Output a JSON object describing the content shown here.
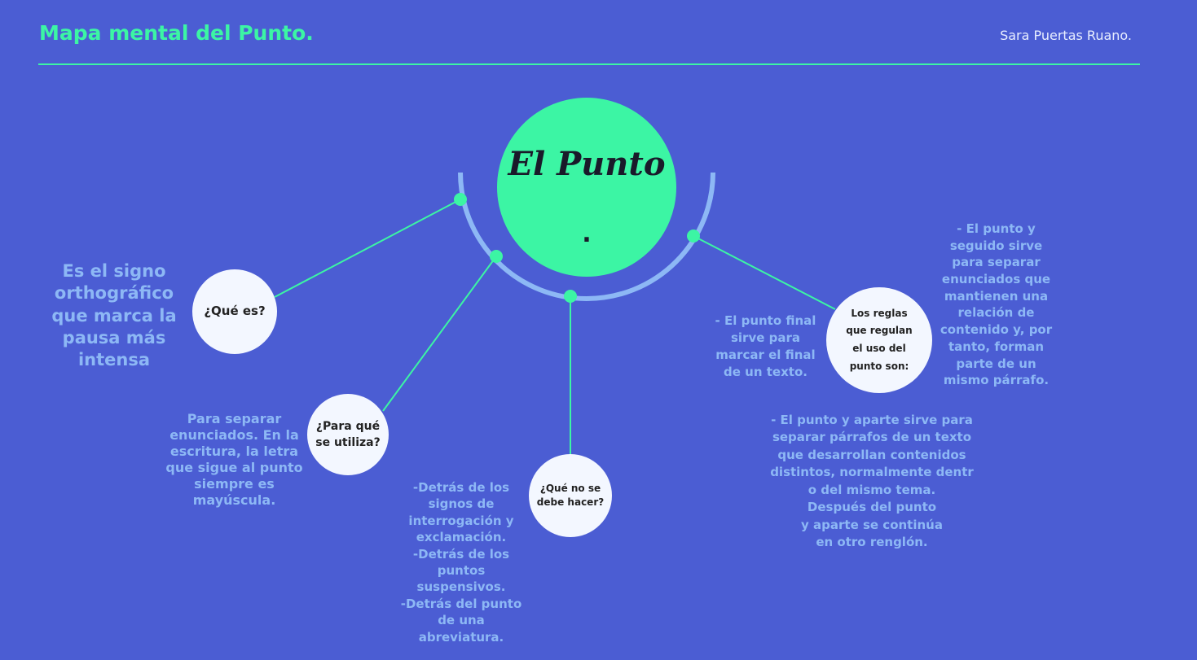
{
  "header": {
    "title": "Mapa mental del Punto.",
    "author": "Sara Puertas Ruano."
  },
  "center": {
    "title": "El Punto",
    "dot": "."
  },
  "nodes": {
    "que_es": {
      "label": "¿Qué es?",
      "text": "Es el signo\northográfico\nque marca la\npausa más\nintensa"
    },
    "para_que": {
      "label": "¿Para qué\nse utiliza?",
      "text": "Para separar\nenunciados. En la\nescritura, la letra\nque sigue al punto\nsiempre es\nmayúscula."
    },
    "no_hacer": {
      "label": "¿Qué no se\ndebe hacer?",
      "text": "-Detrás de los\nsignos de\ninterrogación y\nexclamación.\n-Detrás de los\npuntos\nsuspensivos.\n-Detrás del punto\nde una\nabreviatura."
    },
    "reglas": {
      "label": "Los reglas\nque regulan\nel uso del\npunto son:",
      "final": "- El punto final\nsirve para\nmarcar el final\nde un texto.",
      "seguido": "- El punto y\nseguido sirve\npara separar\nenunciados que\nmantienen una\nrelación de\ncontenido y, por\ntanto, forman\nparte de un\nmismo párrafo.",
      "aparte": "- El punto y aparte sirve para\nseparar párrafos de un texto\nque desarrollan contenidos\ndistintos, normalmente dentr\no del mismo tema.\nDespués del punto\ny aparte se continúa\nen otro renglón."
    }
  },
  "colors": {
    "background": "#4B5DD3",
    "accent": "#3CF5A4",
    "text": "#8DB8F5",
    "arc": "#8DB8F5"
  }
}
